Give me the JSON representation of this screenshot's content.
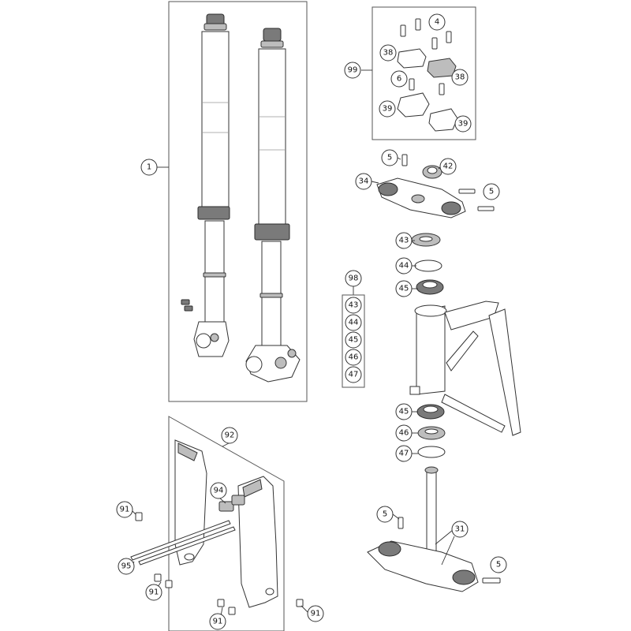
{
  "diagram": {
    "callouts": {
      "c1": "1",
      "c4": "4",
      "c99": "99",
      "c38a": "38",
      "c6": "6",
      "c38b": "38",
      "c39a": "39",
      "c39b": "39",
      "c5a": "5",
      "c42": "42",
      "c34": "34",
      "c5b": "5",
      "c43": "43",
      "c44": "44",
      "c45a": "45",
      "c98": "98",
      "c45b": "45",
      "c46": "46",
      "c47": "47",
      "c92": "92",
      "c94": "94",
      "c91a": "91",
      "c5c": "5",
      "c31": "31",
      "c95": "95",
      "c91b": "91",
      "c5d": "5",
      "c91c": "91",
      "c91d": "91"
    },
    "kit_98_items": [
      "43",
      "44",
      "45",
      "46",
      "47"
    ]
  }
}
